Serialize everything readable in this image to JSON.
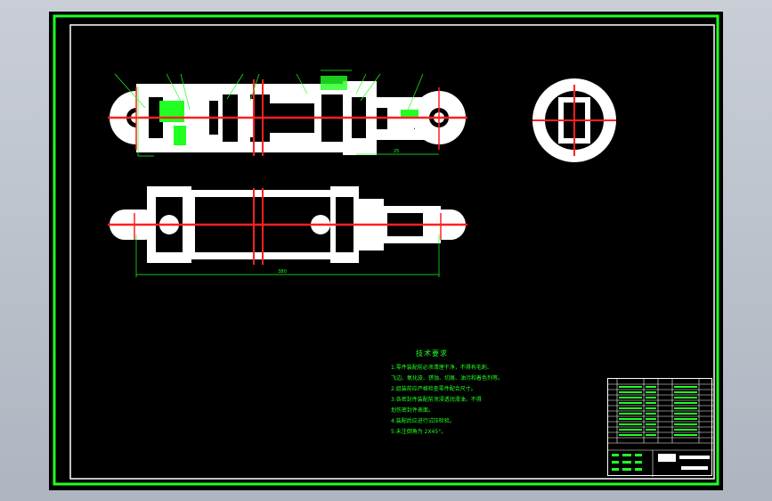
{
  "technical_requirements": {
    "title": "技术要求",
    "lines": [
      "1.零件装配前必须清理干净，不得有毛刺、",
      "  飞边、氧化皮、锈蚀、切屑、油污和着色剂等。",
      "2.组装前应严格检查零件配合尺寸。",
      "3.各密封件装配前须浸透润滑油，不得",
      "  划伤密封件表面。",
      "4.装配后应进行试压检验。",
      "5.未注倒角为 2X45°。"
    ]
  },
  "colors": {
    "sheet": "#000000",
    "border": "#22ff22",
    "part": "#ffffff",
    "centerline": "#ff2020",
    "dimension": "#22ff22"
  },
  "dimensions": {
    "overall_length_label": "380",
    "top_view_label": "25"
  }
}
